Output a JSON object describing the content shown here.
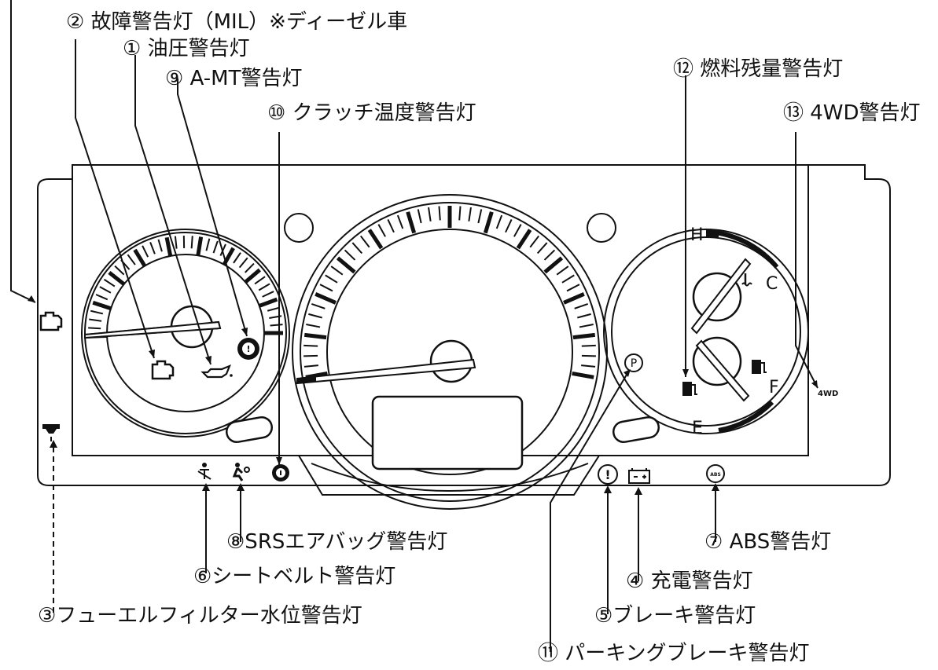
{
  "labels": {
    "l2": "② 故障警告灯（MIL）※ディーゼル車",
    "l1": "① 油圧警告灯",
    "l9": "⑨ A-MT警告灯",
    "l10": "⑩ クラッチ温度警告灯",
    "l12": "⑫ 燃料残量警告灯",
    "l13": "⑬ 4WD警告灯",
    "l8": "⑧SRSエアバッグ警告灯",
    "l6": "⑥シートベルト警告灯",
    "l3": "③フューエルフィルター水位警告灯",
    "l7": "⑦ ABS警告灯",
    "l4": "④ 充電警告灯",
    "l5": "⑤ブレーキ警告灯",
    "l11": "⑪ パーキングブレーキ警告灯"
  },
  "gauge_marks": {
    "temp_hot": "H",
    "temp_cold": "C",
    "fuel_full": "F",
    "fuel_empty": "E"
  },
  "indicators": {
    "parking": "P",
    "fourwd": "4WD",
    "abs": "ABS",
    "brake": "!"
  }
}
